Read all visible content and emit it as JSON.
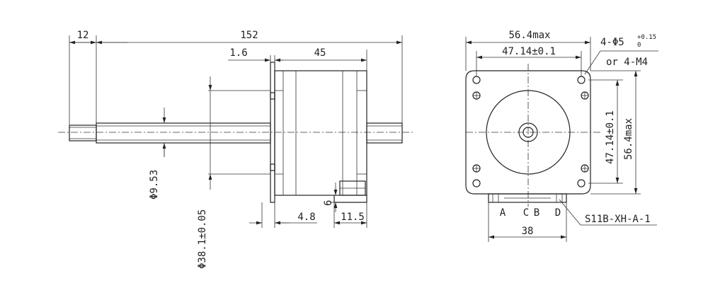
{
  "side_view": {
    "dims": {
      "total_length": "152",
      "shaft_tip": "12",
      "flange": "1.6",
      "body": "45",
      "shaft_dia": "Φ9.53",
      "pilot_dia": "Φ38.1±0.05",
      "dim_4_8": "4.8",
      "dim_6": "6",
      "dim_11_5": "11.5"
    }
  },
  "front_view": {
    "dims": {
      "width_max": "56.4max",
      "hole_spacing_h": "47.14±0.1",
      "hole_spacing_v": "47.14±0.1",
      "height_max": "56.4max",
      "connector_width": "38"
    },
    "hole_spec": {
      "prefix": "4-Φ5",
      "tol_upper": "+0.15",
      "tol_lower": "0",
      "alt": "or 4-M4"
    },
    "pins": [
      "A",
      "C",
      "B",
      "D"
    ],
    "connector_part": "S11B-XH-A-1"
  }
}
